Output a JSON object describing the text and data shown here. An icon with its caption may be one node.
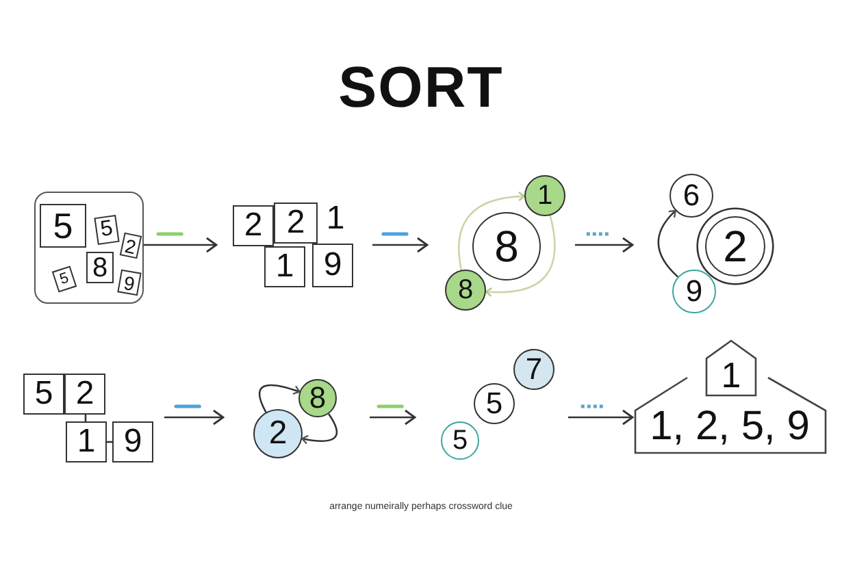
{
  "diagram": {
    "title": "SORT",
    "caption": "arrange numeirally perhaps crossword clue",
    "nodes": [
      {
        "text": [],
        "shape": "box"
      },
      {
        "text": [
          "5"
        ],
        "in": 0
      },
      {
        "text": [
          "5"
        ],
        "in": 0
      },
      {
        "text": [
          "2"
        ],
        "in": 0
      },
      {
        "text": [
          "8"
        ],
        "in": 0
      },
      {
        "text": [
          "5"
        ],
        "in": 0
      },
      {
        "text": [
          "9"
        ],
        "in": 0
      },
      {
        "text": [],
        "shape": "group"
      },
      {
        "text": [
          "2"
        ],
        "in": 7
      },
      {
        "text": [
          "2"
        ],
        "in": 7
      },
      {
        "text": [
          "1"
        ],
        "in": 7
      },
      {
        "text": [
          "1"
        ],
        "in": 7
      },
      {
        "text": [
          "9"
        ],
        "in": 7
      },
      {
        "text": [],
        "shape": "group"
      },
      {
        "text": [
          "1"
        ],
        "in": 13
      },
      {
        "text": [
          "8"
        ],
        "in": 13
      },
      {
        "text": [
          "8"
        ],
        "in": 13
      },
      {
        "text": [],
        "shape": "group"
      },
      {
        "text": [
          "6"
        ],
        "in": 17
      },
      {
        "text": [
          "2"
        ],
        "in": 17
      },
      {
        "text": [
          "9"
        ],
        "in": 17
      },
      {
        "text": [],
        "shape": "group"
      },
      {
        "text": [
          "5"
        ],
        "in": 21
      },
      {
        "text": [
          "2"
        ],
        "in": 21
      },
      {
        "text": [
          "1"
        ],
        "in": 21
      },
      {
        "text": [
          "9"
        ],
        "in": 21
      },
      {
        "text": [],
        "shape": "group"
      },
      {
        "text": [
          "8"
        ],
        "in": 26
      },
      {
        "text": [
          "2"
        ],
        "in": 26
      },
      {
        "text": [],
        "shape": "group"
      },
      {
        "text": [
          "7"
        ],
        "in": 29
      },
      {
        "text": [
          "5"
        ],
        "in": 29
      },
      {
        "text": [
          "5"
        ],
        "in": 29
      },
      {
        "text": [
          "1"
        ]
      },
      {
        "text": [
          "1, 2, 5, 9"
        ]
      }
    ],
    "edges": [
      {
        "from": 0,
        "to": 7,
        "arrow": "to"
      },
      {
        "from": 7,
        "to": 13,
        "arrow": "to"
      },
      {
        "from": 13,
        "to": 17,
        "arrow": "to"
      },
      {
        "from": 16,
        "to": 14,
        "arrow": "to",
        "color": "#c9d6a6"
      },
      {
        "from": 14,
        "to": 16,
        "arrow": "to",
        "color": "#c9d6a6"
      },
      {
        "from": 20,
        "to": 18,
        "arrow": "to"
      },
      {
        "from": 23,
        "to": 24,
        "arrow": "none"
      },
      {
        "from": 24,
        "to": 25,
        "arrow": "none"
      },
      {
        "from": 21,
        "to": 26,
        "arrow": "to"
      },
      {
        "from": 28,
        "to": 27,
        "arrow": "to"
      },
      {
        "from": 27,
        "to": 28,
        "arrow": "to"
      },
      {
        "from": 26,
        "to": 29,
        "arrow": "to"
      },
      {
        "from": 29,
        "to": 34,
        "arrow": "to"
      }
    ]
  }
}
